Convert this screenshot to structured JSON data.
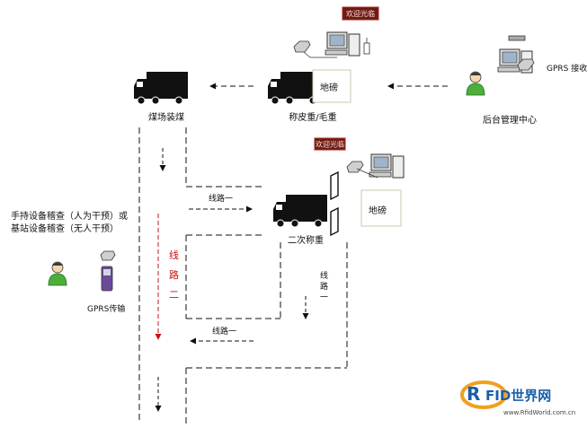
{
  "signs": {
    "welcome_top": "欢迎光临",
    "welcome_mid": "欢迎光临"
  },
  "labels": {
    "gprs_receive": "GPRS 接收",
    "weighbridge_top": "地磅",
    "weighbridge_mid": "地磅",
    "mine_loading": "煤场装煤",
    "weighing_room": "称皮重/毛重",
    "backend_center": "后台管理中心",
    "route1_upper": "线路一",
    "route1_lower": "线路一",
    "route1_vertical": "线路一",
    "route2_vertical": "线路二",
    "second_weighing": "二次称重",
    "handheld_line1": "手持设备稽查（人为干预）或",
    "handheld_line2": "基站设备稽查（无人干预）",
    "gprs_transfer": "GPRS传输"
  },
  "logo": {
    "brand": "RFID世界网",
    "url": "www.RfidWorld.com.cn"
  },
  "colors": {
    "truck": "#111111",
    "route_red": "#cc1111",
    "sign_bg": "#6b1b12",
    "person_green": "#4caf3a",
    "logo_orange": "#f0a020",
    "logo_blue": "#1a5fa8"
  }
}
